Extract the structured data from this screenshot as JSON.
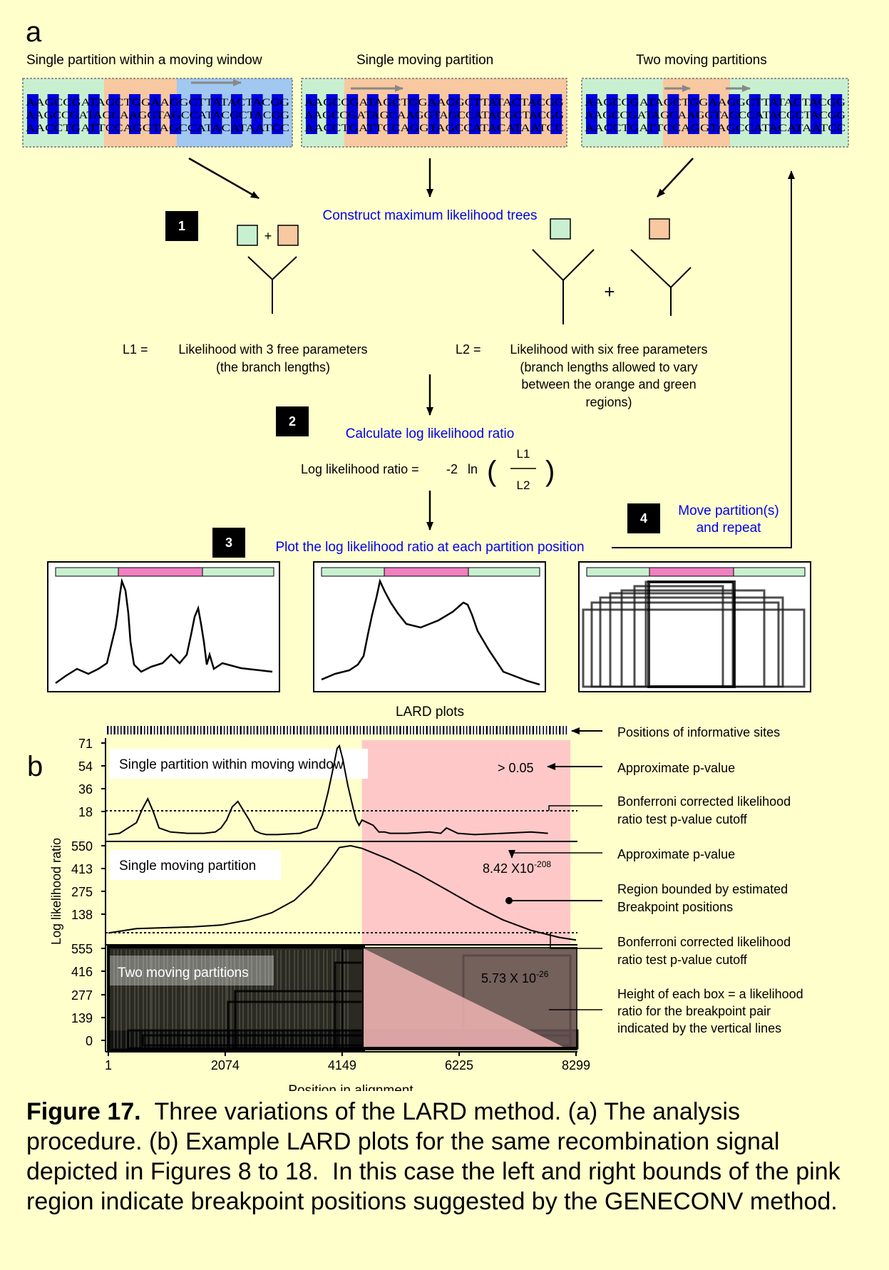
{
  "panel_a": {
    "label": "a",
    "titles": [
      "Single partition within a moving window",
      "Single moving partition",
      "Two moving partitions"
    ],
    "dna_rows": [
      "AAGCCGATAGCTGGAAGGCTTATACTACGG",
      "AAGCCGATAGCAAGGTAGCCATACGCTACGG",
      "AACCTGATTCCAGGTAGCCATACATAATCC"
    ],
    "steps": {
      "s1": {
        "num": "1",
        "text": "Construct maximum likelihood trees"
      },
      "s2": {
        "num": "2",
        "text": "Calculate log likelihood ratio"
      },
      "s3": {
        "num": "3",
        "text": "Plot the log likelihood ratio at each partition position"
      },
      "s4": {
        "num": "4",
        "text_line1": "Move partition(s)",
        "text_line2": "and repeat"
      }
    },
    "plus": "+",
    "l1": {
      "prefix": "L1 =",
      "line1": "Likelihood with 3 free parameters",
      "line2": "(the branch lengths)"
    },
    "l2": {
      "prefix": "L2 =",
      "line1": "Likelihood with six free parameters",
      "line2": "(branch lengths allowed to vary",
      "line3": "between the orange and green",
      "line4": "regions)"
    },
    "ratio": {
      "label": "Log likelihood ratio =",
      "minus_two": "-2",
      "ln": "ln",
      "num": "L1",
      "den": "L2"
    },
    "lard_caption": "LARD plots",
    "colors": {
      "green": "#c8f0d0",
      "orange": "#f8c8a0",
      "blue": "#0000dd",
      "lightblue": "#a0c8f0",
      "pink": "#f080c0",
      "step_text": "#0000ee"
    }
  },
  "panel_b": {
    "label": "b",
    "ylabel": "Log likelihood ratio",
    "xlabel": "Position in alignment",
    "x_ticks": [
      "1",
      "2074",
      "4149",
      "6225",
      "8299"
    ],
    "info_sites_label": "Positions of informative sites",
    "plots": [
      {
        "title": "Single partition within moving window",
        "y_ticks": [
          "71",
          "54",
          "36",
          "18"
        ],
        "pvalue": "> 0.05"
      },
      {
        "title": "Single moving partition",
        "y_ticks": [
          "550",
          "413",
          "275",
          "138"
        ],
        "pvalue_base": "8.42 X10",
        "pvalue_exp": "-208"
      },
      {
        "title": "Two moving partitions",
        "y_ticks": [
          "555",
          "416",
          "277",
          "139",
          "0"
        ],
        "pvalue_base": "5.73 X 10",
        "pvalue_exp": "-26"
      }
    ],
    "annotations": {
      "a1": "Approximate p-value",
      "a2_line1": "Bonferroni corrected likelihood",
      "a2_line2": "ratio test p-value cutoff",
      "a3": "Approximate p-value",
      "a4_line1": "Region bounded by estimated",
      "a4_line2": "Breakpoint positions",
      "a5_line1": "Bonferroni corrected likelihood",
      "a5_line2": "ratio test p-value cutoff",
      "a6_line1": "Height of each box = a likelihood",
      "a6_line2": "ratio for the breakpoint pair",
      "a6_line3": "indicated by the vertical lines"
    },
    "colors": {
      "pink_region": "#ffc8c8"
    }
  },
  "chart_data": {
    "type": "line",
    "xlabel": "Position in alignment",
    "ylabel": "Log likelihood ratio",
    "xlim": [
      1,
      8299
    ],
    "x_ticks": [
      1,
      2074,
      4149,
      6225,
      8299
    ],
    "pink_region": [
      4500,
      8200
    ],
    "series": [
      {
        "title": "Single partition within moving window",
        "ylim": [
          0,
          71
        ],
        "cutoff": 20,
        "x": [
          1,
          200,
          500,
          600,
          700,
          800,
          900,
          1100,
          1400,
          1700,
          1900,
          2000,
          2100,
          2200,
          2300,
          2400,
          2500,
          2600,
          2700,
          2800,
          3000,
          3400,
          3700,
          3800,
          3900,
          4000,
          4060,
          4100,
          4160,
          4250,
          4350,
          4400,
          4450,
          4500,
          4600,
          4700,
          4800,
          4900,
          5000,
          5300,
          5700,
          5900,
          6000,
          6200,
          6500,
          7000,
          7500,
          7800
        ],
        "y": [
          3,
          4,
          12,
          22,
          30,
          20,
          8,
          5,
          4,
          4,
          5,
          8,
          14,
          24,
          28,
          21,
          14,
          6,
          4,
          3,
          3,
          4,
          8,
          18,
          35,
          55,
          68,
          70,
          60,
          40,
          22,
          14,
          10,
          14,
          12,
          10,
          5,
          5,
          4,
          4,
          5,
          4,
          8,
          4,
          3,
          4,
          5,
          4
        ]
      },
      {
        "title": "Single moving partition",
        "ylim": [
          0,
          550
        ],
        "cutoff": 30,
        "x": [
          1,
          500,
          1000,
          1500,
          2000,
          2500,
          2900,
          3300,
          3600,
          3900,
          4100,
          4300,
          4500,
          5000,
          5500,
          6000,
          6500,
          7000,
          7500,
          8000,
          8299
        ],
        "y": [
          55,
          80,
          85,
          90,
          100,
          130,
          170,
          240,
          330,
          450,
          540,
          550,
          535,
          470,
          390,
          300,
          210,
          130,
          70,
          30,
          15
        ]
      }
    ]
  }
}
